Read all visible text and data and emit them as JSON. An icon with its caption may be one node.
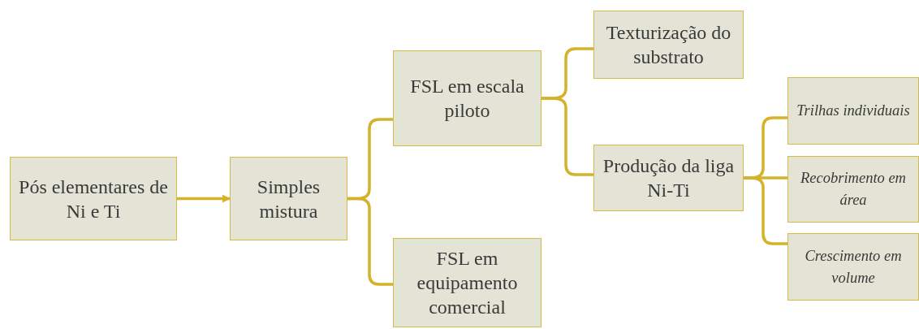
{
  "diagram": {
    "nodes": [
      {
        "text": [
          "Pós elementares de Ni e Ti"
        ]
      },
      {
        "text": [
          "Simples mistura"
        ]
      },
      {
        "text": [
          "FSL em escala piloto"
        ]
      },
      {
        "text": [
          "FSL em equipamento comercial"
        ]
      },
      {
        "text": [
          "Texturização do substrato"
        ]
      },
      {
        "text": [
          "Produção da liga Ni-Ti"
        ]
      },
      {
        "text": [
          "Trilhas individuais"
        ]
      },
      {
        "text": [
          "Recobrimento em área"
        ]
      },
      {
        "text": [
          "Crescimento em volume"
        ]
      }
    ],
    "edges": [
      {
        "from": 0,
        "to": 1,
        "arrow": "to"
      },
      {
        "from": 1,
        "to": 2,
        "arrow": "none"
      },
      {
        "from": 1,
        "to": 3,
        "arrow": "none"
      },
      {
        "from": 2,
        "to": 4,
        "arrow": "none"
      },
      {
        "from": 2,
        "to": 5,
        "arrow": "none"
      },
      {
        "from": 5,
        "to": 6,
        "arrow": "none"
      },
      {
        "from": 5,
        "to": 7,
        "arrow": "none"
      },
      {
        "from": 5,
        "to": 8,
        "arrow": "none"
      }
    ]
  }
}
